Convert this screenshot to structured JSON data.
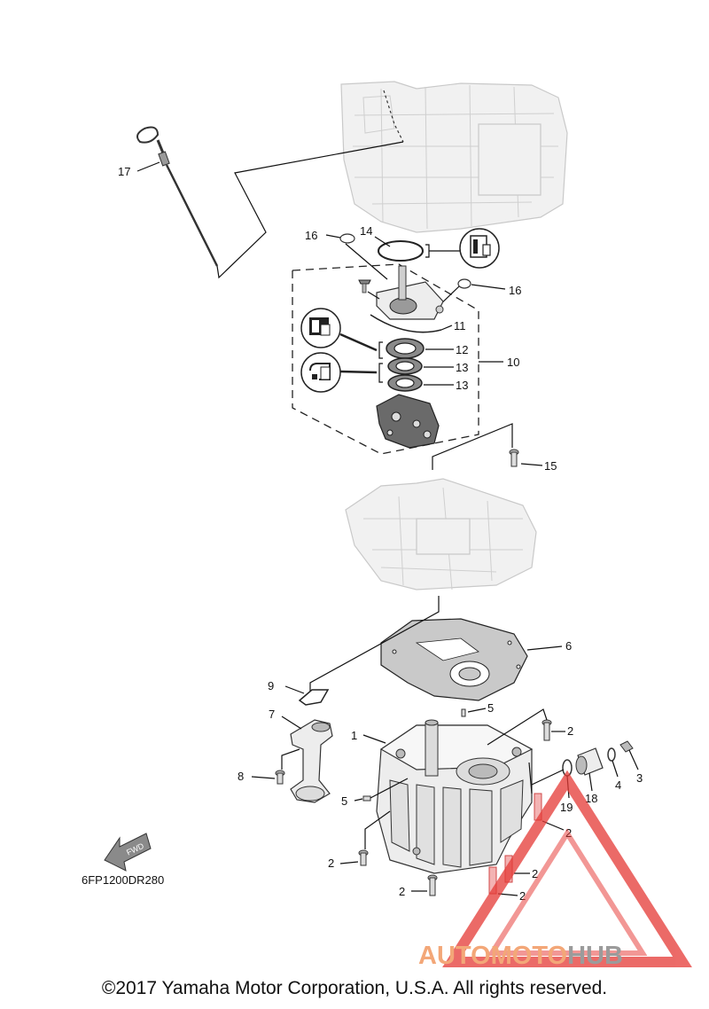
{
  "diagram": {
    "code": "6FP1200DR280",
    "fwd_label": "FWD",
    "callouts": {
      "c1": "1",
      "c2a": "2",
      "c2b": "2",
      "c2c": "2",
      "c2d": "2",
      "c2e": "2",
      "c2f": "2",
      "c3": "3",
      "c4": "4",
      "c5a": "5",
      "c5b": "5",
      "c6": "6",
      "c7": "7",
      "c8": "8",
      "c9": "9",
      "c10": "10",
      "c11": "11",
      "c12": "12",
      "c13a": "13",
      "c13b": "13",
      "c14": "14",
      "c15": "15",
      "c16a": "16",
      "c16b": "16",
      "c17": "17",
      "c18": "18",
      "c19": "19"
    }
  },
  "watermark": {
    "part1": "AUTOMOTO",
    "part2": "HUB",
    "color_primary": "#f08a4b",
    "color_secondary": "#7a7a7a",
    "triangle_color": "#e53935"
  },
  "footer": {
    "copyright": "©2017 Yamaha Motor Corporation, U.S.A. All rights reserved."
  }
}
